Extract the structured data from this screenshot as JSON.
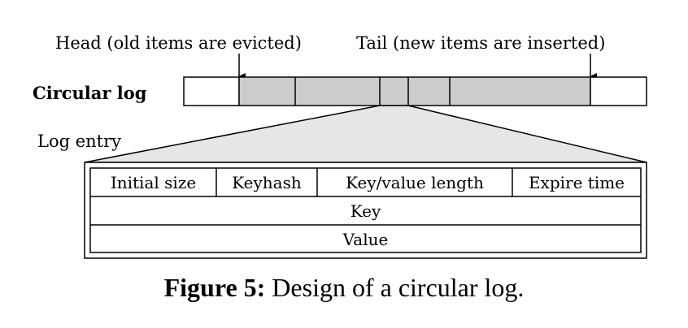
{
  "labels": {
    "head": "Head (old items are evicted)",
    "tail": "Tail (new items are inserted)",
    "circular_log": "Circular log",
    "log_entry": "Log entry"
  },
  "entry": {
    "header_fields": [
      "Initial size",
      "Keyhash",
      "Key/value length",
      "Expire time"
    ],
    "key": "Key",
    "value": "Value"
  },
  "caption": {
    "number": "Figure 5:",
    "text": " Design of a circular log."
  },
  "colors": {
    "filled": "#cccccc",
    "zoom_fill": "#e6e6e6",
    "stroke": "#000000"
  }
}
